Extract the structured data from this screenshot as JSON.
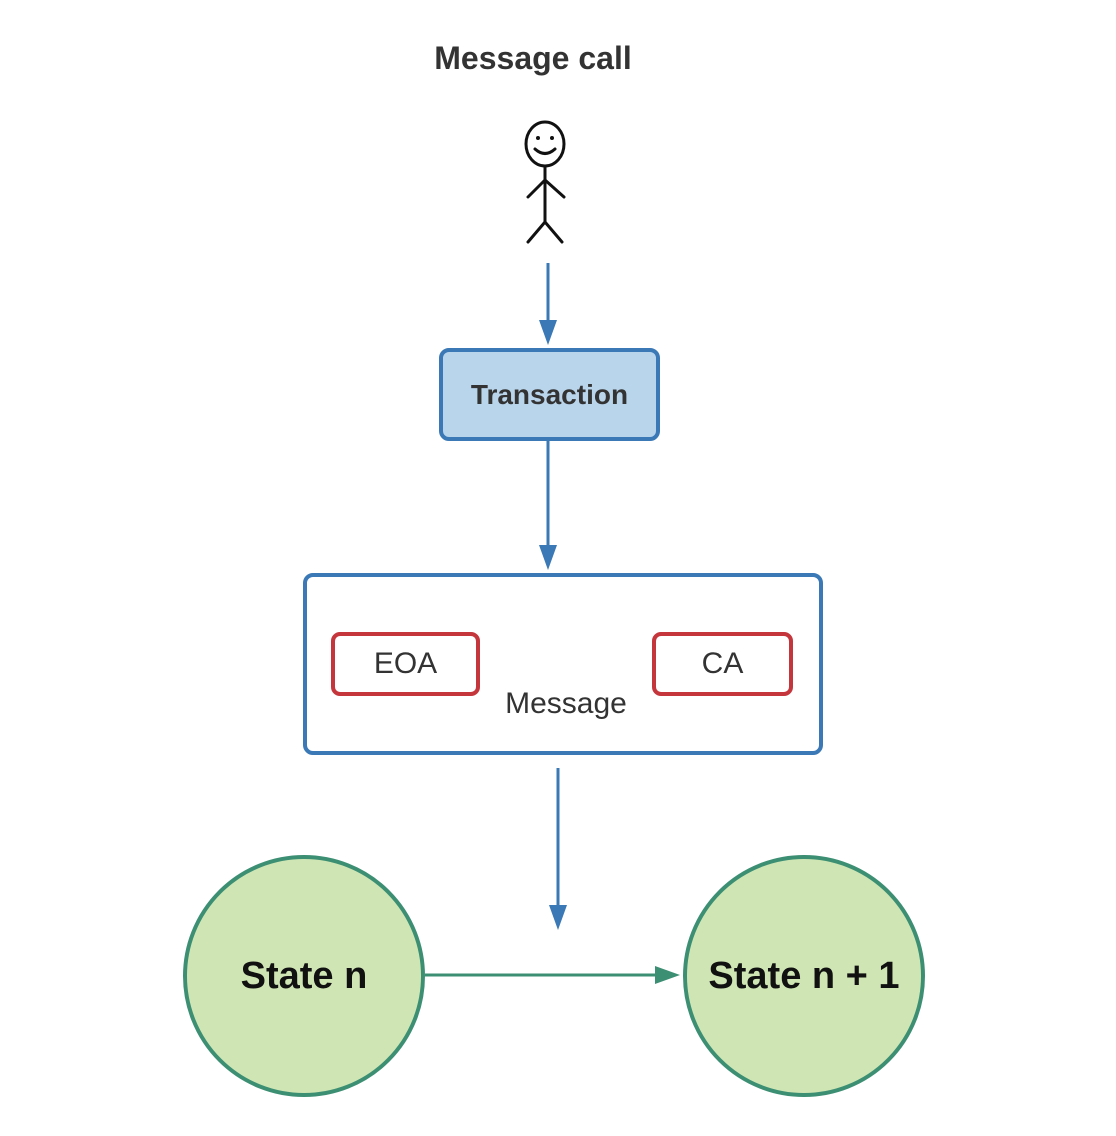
{
  "diagram": {
    "title": "Message call",
    "transaction_label": "Transaction",
    "eoa_label": "EOA",
    "ca_label": "CA",
    "message_label": "Message",
    "state_from_label": "State n",
    "state_to_label": "State n + 1"
  },
  "colors": {
    "blue_border": "#3a78b6",
    "blue_fill": "#b9d5ec",
    "red_border": "#c4363c",
    "green_border": "#3d8f74",
    "green_fill": "#cfe6b4",
    "text": "#333333"
  }
}
